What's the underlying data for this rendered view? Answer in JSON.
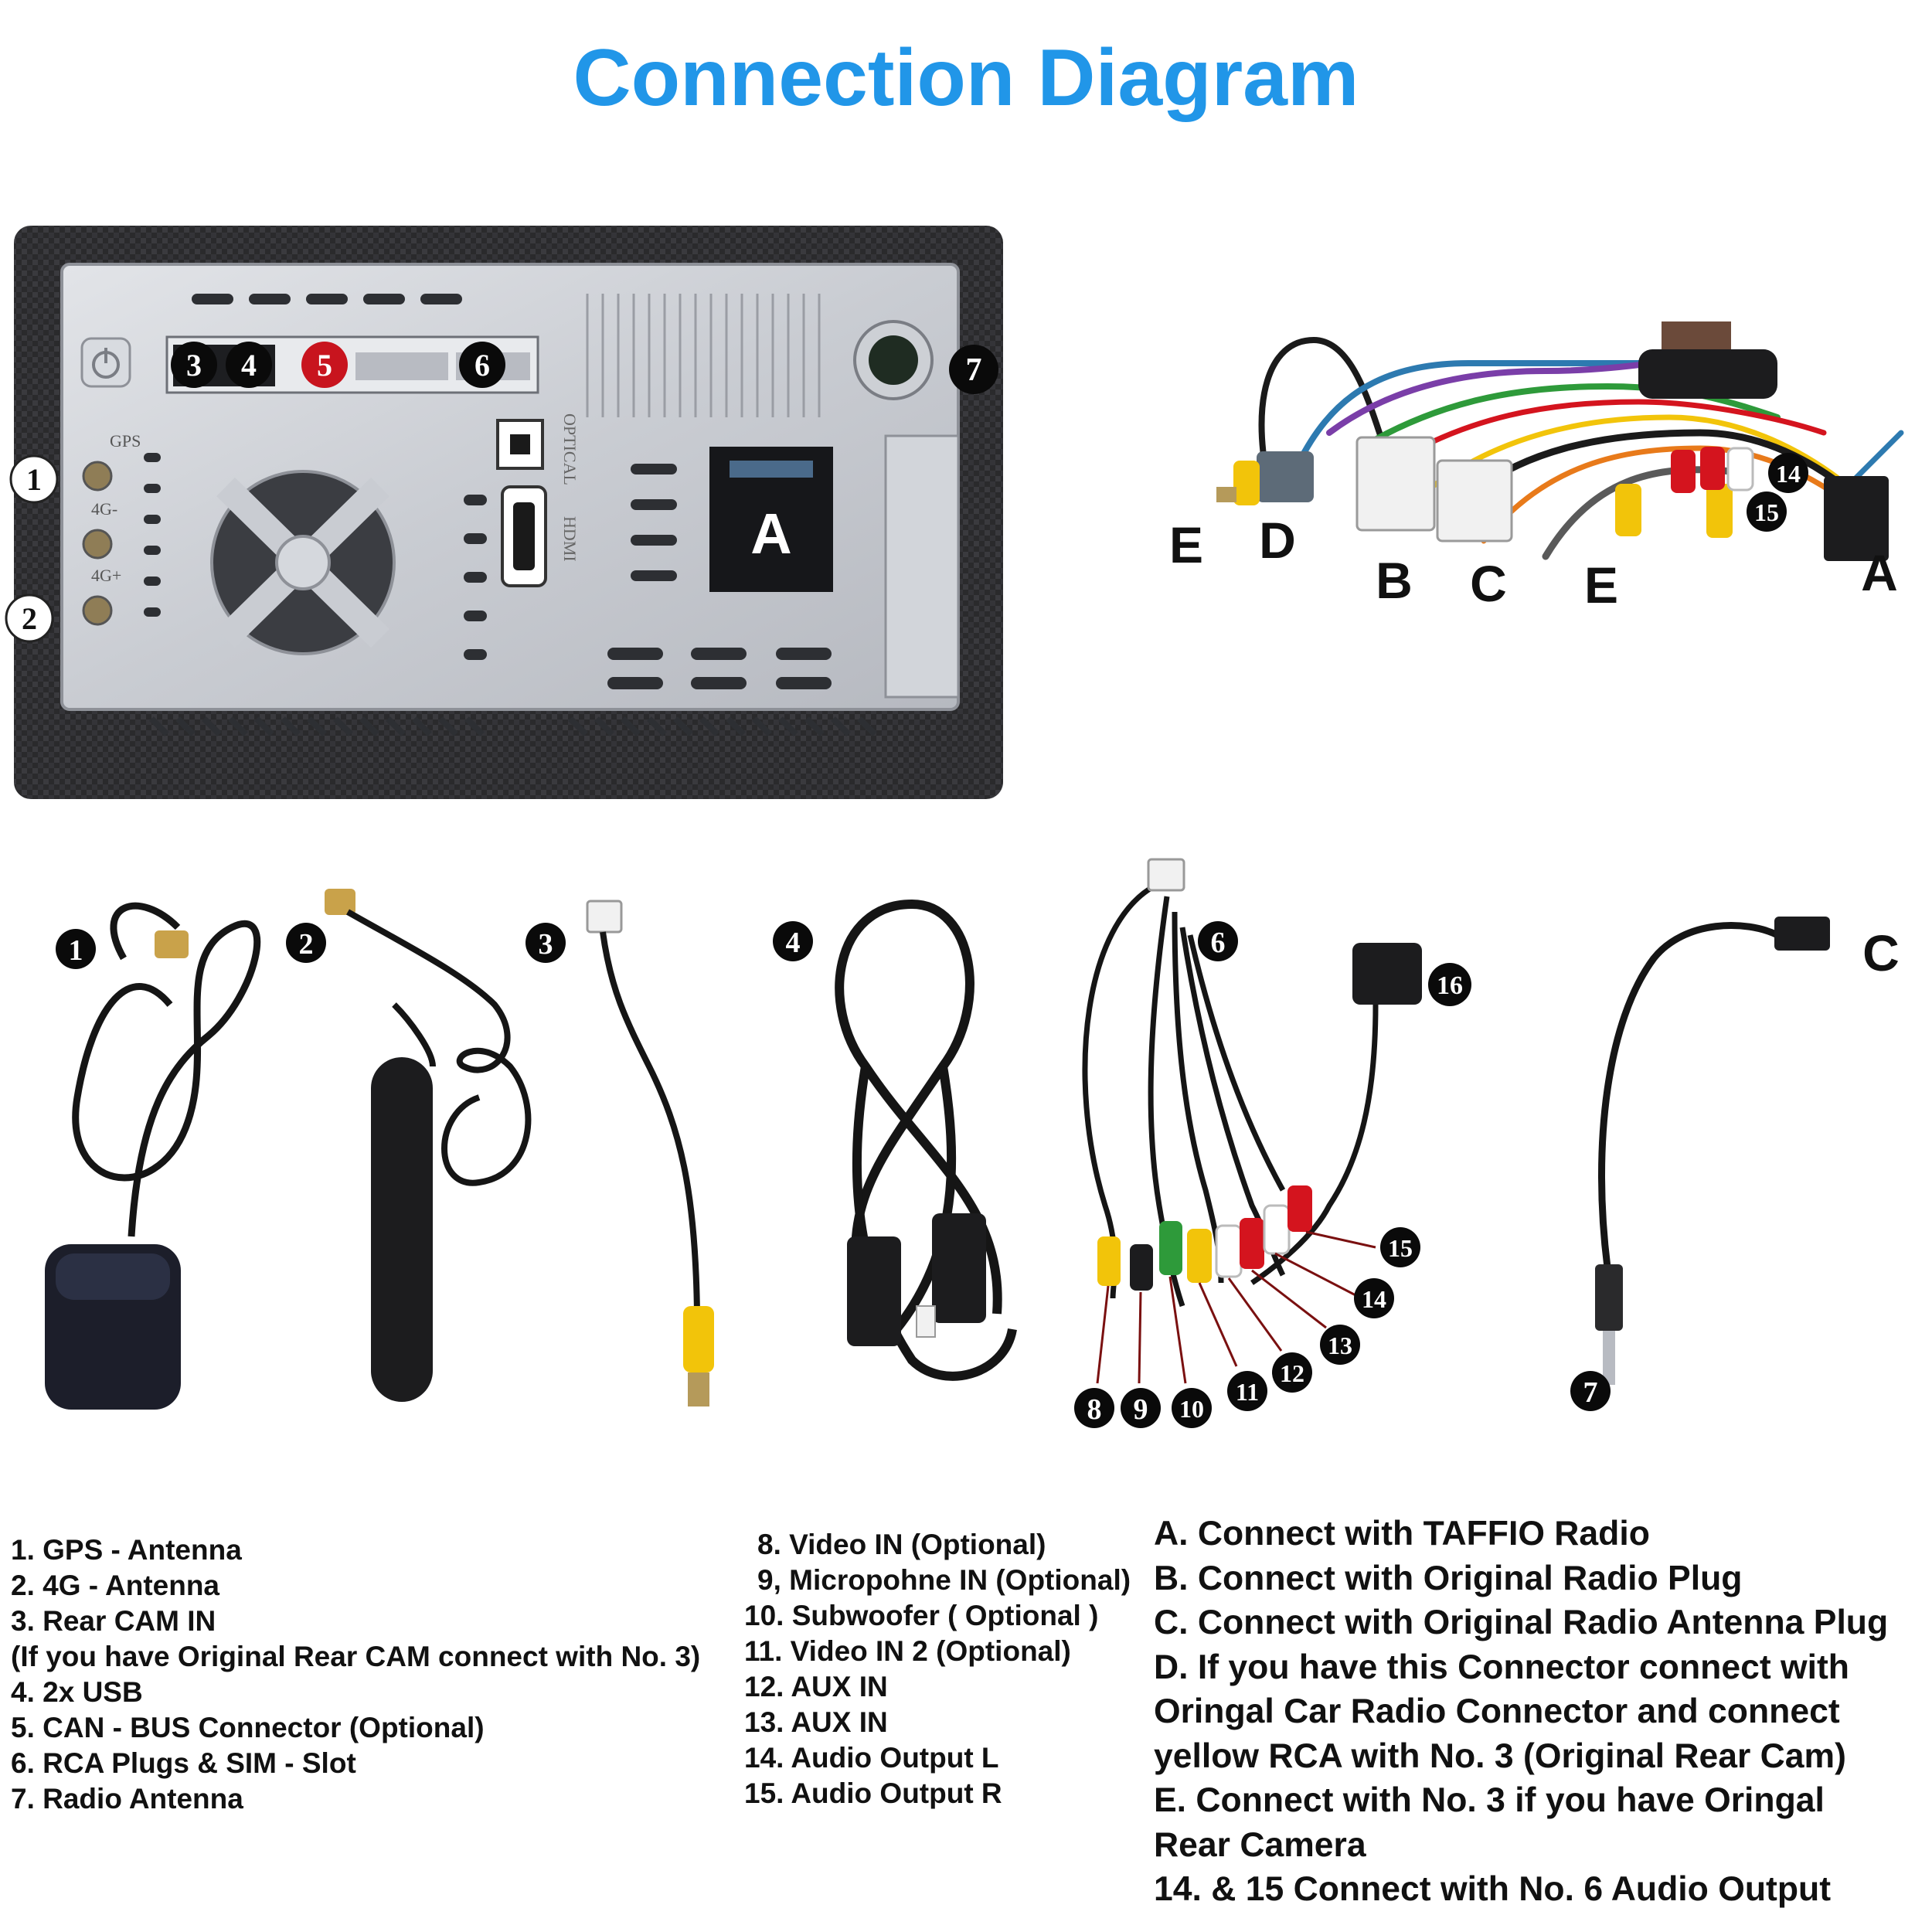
{
  "title": "Connection Diagram",
  "head_unit": {
    "callouts": [
      "1",
      "2",
      "3",
      "4",
      "5",
      "6",
      "7"
    ],
    "port_labels": {
      "gps": "GPS",
      "g4_minus": "4G-",
      "g4_plus": "4G+",
      "optical": "OPTICAL",
      "hdmi": "HDMI"
    },
    "connector_label": "A"
  },
  "harness": {
    "letters": [
      "E",
      "D",
      "B",
      "C",
      "E",
      "A"
    ],
    "callouts": [
      "14",
      "15"
    ]
  },
  "accessories": {
    "callouts": [
      "1",
      "2",
      "3",
      "4",
      "6",
      "16",
      "7"
    ],
    "letter_c": "C",
    "rca_callouts": [
      "8",
      "9",
      "10",
      "11",
      "12",
      "13",
      "14",
      "15"
    ]
  },
  "legend_left": [
    "1. GPS - Antenna",
    "2. 4G - Antenna",
    "3. Rear CAM IN",
    "(If you have Original Rear CAM connect with No. 3)",
    "4. 2x USB",
    "5. CAN  - BUS Connector (Optional)",
    "6. RCA Plugs & SIM - Slot",
    "7. Radio Antenna"
  ],
  "legend_middle": [
    "8. Video IN (Optional)",
    "9, Micropohne IN (Optional)",
    "10. Subwoofer ( Optional )",
    "11. Video IN 2 (Optional)",
    "12. AUX IN",
    "13. AUX IN",
    "14. Audio Output L",
    "15. Audio Output R"
  ],
  "legend_right": [
    "A. Connect with TAFFIO Radio",
    "B. Connect with Original Radio Plug",
    "C. Connect with Original Radio Antenna Plug",
    "D. If you have this Connector connect with",
    "Oringal Car Radio Connector and connect",
    "yellow RCA with No. 3 (Original Rear Cam)",
    "E. Connect with No. 3 if you have Oringal",
    "Rear Camera",
    "14. & 15 Connect with No. 6 Audio Output"
  ],
  "colors": {
    "title": "#2196e8",
    "callout": "#0a0a0a",
    "callout_red": "#c8141e",
    "rca_yellow": "#f2c40a",
    "rca_red": "#d4141e",
    "rca_green": "#2e9a3a"
  }
}
